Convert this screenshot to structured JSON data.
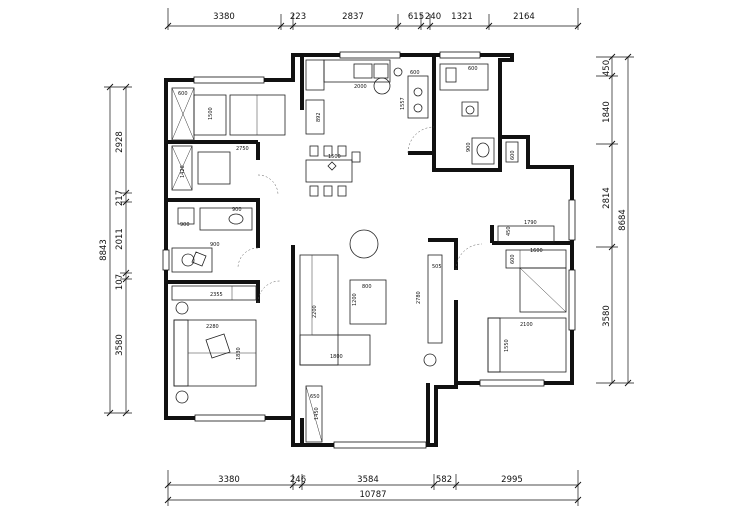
{
  "plan": {
    "dimensions": {
      "top": [
        "3380",
        "223",
        "2837",
        "615",
        "240",
        "1321",
        "2164"
      ],
      "bottom": [
        "3380",
        "246",
        "3584",
        "582",
        "2995"
      ],
      "bottom_total": "10787",
      "left": [
        "2928",
        "217",
        "2011",
        "107",
        "3580"
      ],
      "left_total": "8843",
      "right": [
        "450",
        "1840",
        "2814",
        "3580"
      ],
      "right_total": "8684"
    },
    "furniture_labels": {
      "wardrobe_a_depth": "600",
      "wardrobe_a_width": "1500",
      "desk_width": "2750",
      "desk_depth": "1420",
      "bath_a_width": "900",
      "bath_a_depth": "900",
      "bath_a_sink": "900",
      "master_wardrobe": "2355",
      "master_bed_width": "2280",
      "master_bed_length": "1830",
      "kitchen_counter": "2000",
      "kitchen_side": "892",
      "kitchen_depth": "600",
      "stove_run": "1557",
      "bath_b_width": "600",
      "bath_b_vanity": "900",
      "bath_b_cabinet": "600",
      "sofa_length": "2200",
      "sofa_width": "1800",
      "tea_table_width": "800",
      "tea_table_length": "1200",
      "tv_cabinet": "2780",
      "tv_depth": "505",
      "balcony_cabinet": "650",
      "balcony_length": "1450",
      "bedroom_b_cabinet": "1790",
      "bedroom_b_depth": "450",
      "bedroom_b_wardrobe": "1600",
      "bedroom_b_wardrobe_depth": "600",
      "bedroom_b_bed": "2100",
      "bedroom_b_bed_length": "1550",
      "dining_table": "1500"
    }
  }
}
